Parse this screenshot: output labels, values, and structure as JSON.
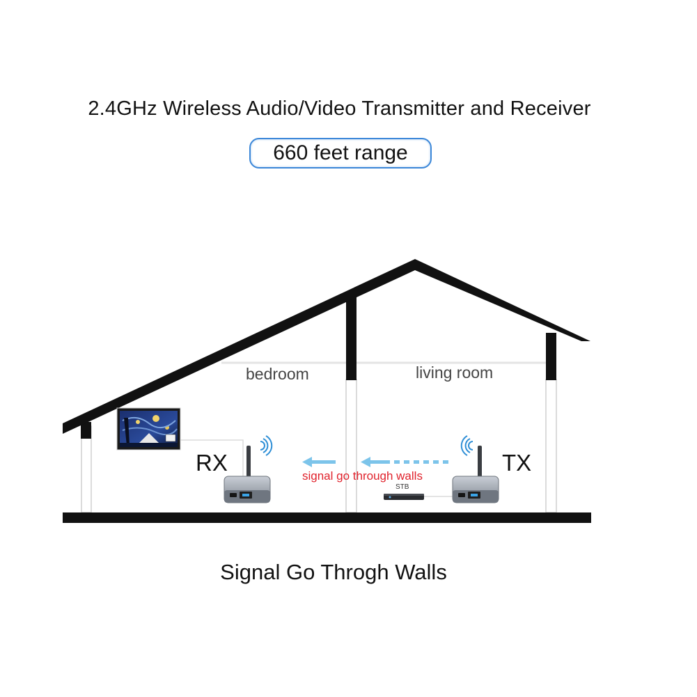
{
  "header": {
    "title": "2.4GHz Wireless Audio/Video Transmitter and Receiver",
    "range_badge": "660 feet range"
  },
  "diagram": {
    "rooms": {
      "left": "bedroom",
      "right": "living room"
    },
    "receiver_label": "RX",
    "transmitter_label": "TX",
    "signal_text": "signal go through walls",
    "stb_label": "STB",
    "colors": {
      "roof": "#111111",
      "wall_fill": "#ffffff",
      "wall_outline": "#cfcfcf",
      "signal_arrow": "#7cc4ea",
      "signal_text": "#e0212b",
      "badge_border": "#3a86d8"
    }
  },
  "footer": {
    "caption": "Signal Go Throgh Walls"
  }
}
